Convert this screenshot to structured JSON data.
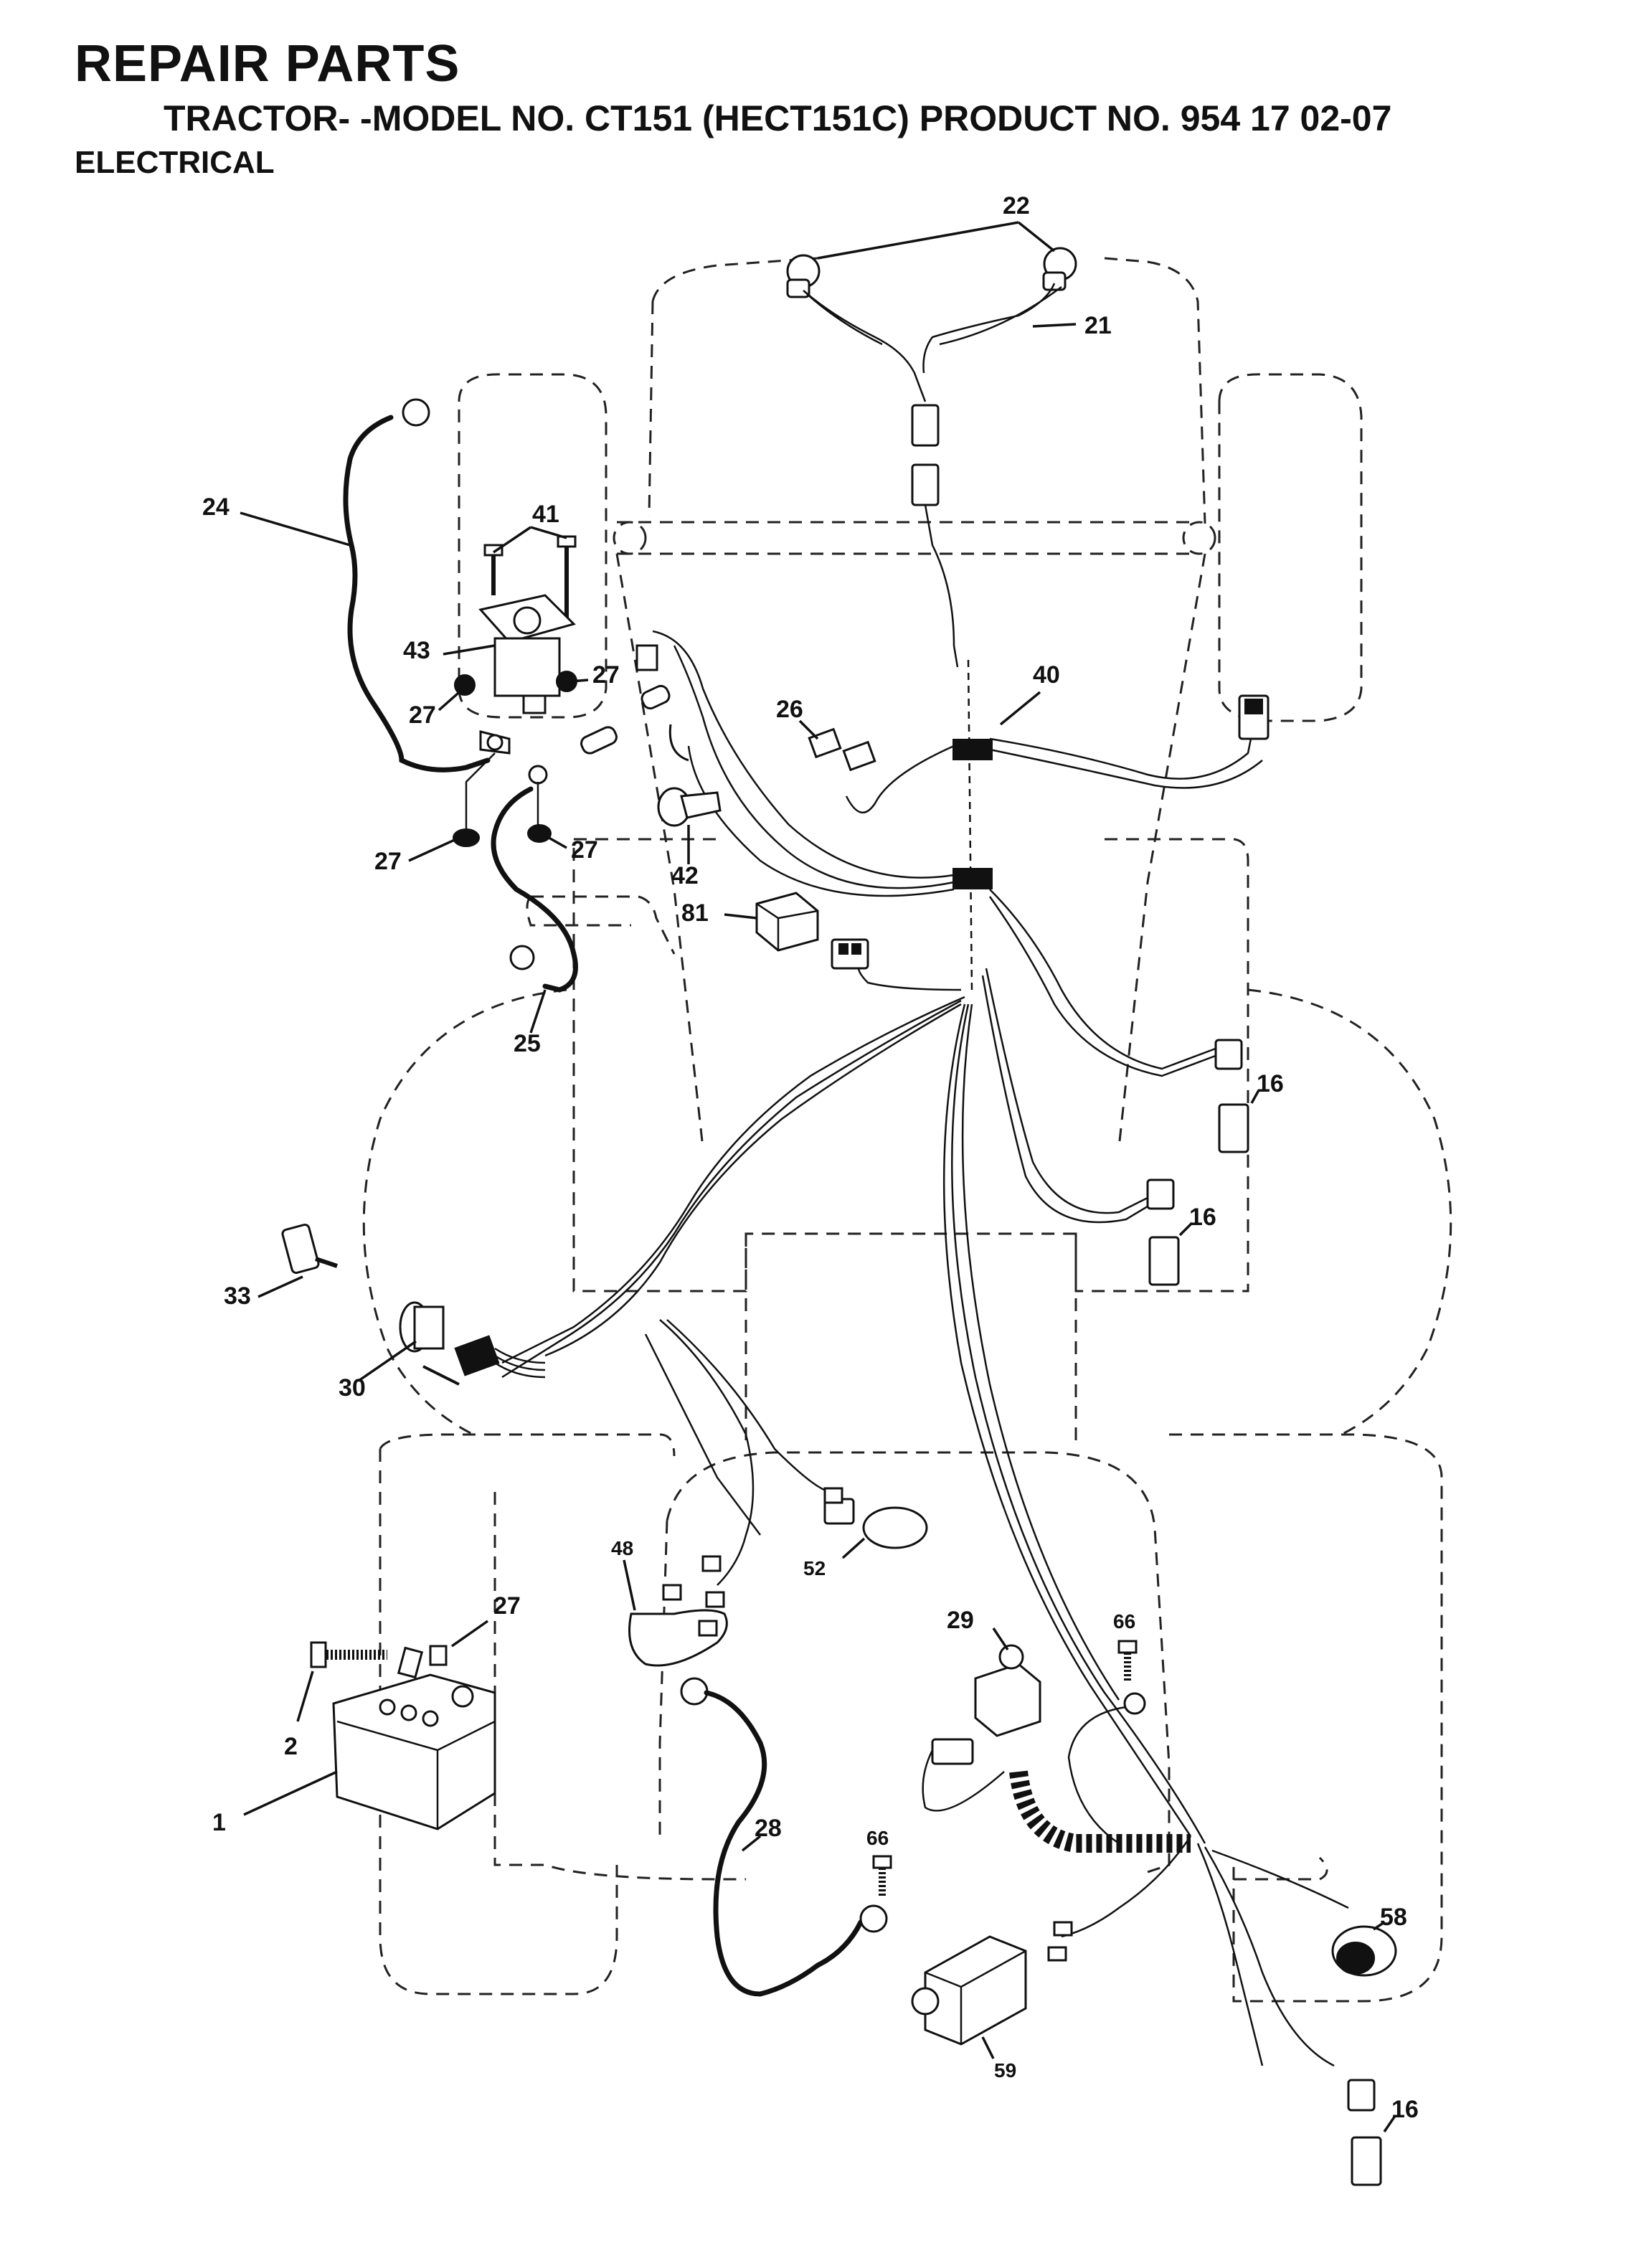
{
  "header": {
    "title": "REPAIR PARTS",
    "subtitle": "TRACTOR- -MODEL NO. CT151 (HECT151C) PRODUCT NO. 954 17 02-07",
    "section": "ELECTRICAL"
  },
  "callouts": {
    "c22": "22",
    "c21": "21",
    "c24": "24",
    "c41": "41",
    "c43": "43",
    "c27a": "27",
    "c27b": "27",
    "c27c": "27",
    "c27d": "27",
    "c27e": "27",
    "c40": "40",
    "c26": "26",
    "c42": "42",
    "c81": "81",
    "c25": "25",
    "c16a": "16",
    "c16b": "16",
    "c16c": "16",
    "c33": "33",
    "c30": "30",
    "c48": "48",
    "c52": "52",
    "c29": "29",
    "c66a": "66",
    "c66b": "66",
    "c2": "2",
    "c1": "1",
    "c28": "28",
    "c58": "58",
    "c59": "59"
  }
}
